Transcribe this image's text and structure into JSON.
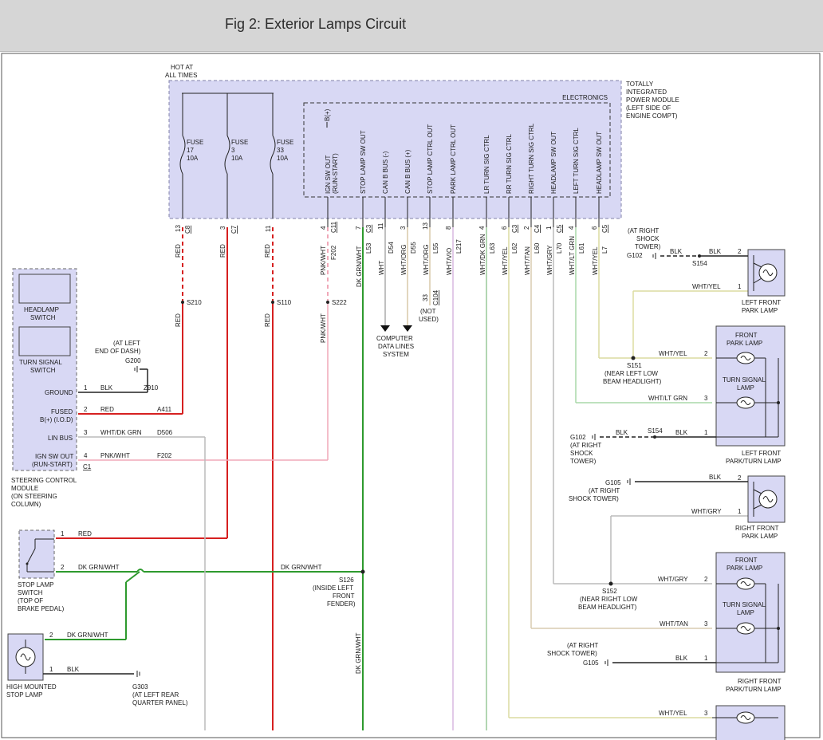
{
  "header": {
    "title": "Fig 2: Exterior Lamps Circuit"
  },
  "colors": {
    "red": "#d62020",
    "green": "#2e9a2e",
    "pink": "#f0a8b8",
    "lt_green": "#a8d8a8",
    "wht_yel": "#dcdca0",
    "wht_grn": "#a8d0a8",
    "box_fill": "#d8d8f4",
    "blk": "#222222"
  },
  "tipm": {
    "hot": "HOT AT",
    "hot2": "ALL TIMES",
    "name": [
      "TOTALLY",
      "INTEGRATED",
      "POWER MODULE",
      "(LEFT SIDE OF",
      "ENGINE COMPT)"
    ],
    "electronics": "ELECTRONICS",
    "fuses": [
      {
        "label": "FUSE",
        "num": "17",
        "amp": "10A",
        "pin": "13",
        "conn": "C8"
      },
      {
        "label": "FUSE",
        "num": "3",
        "amp": "10A",
        "pin": "3",
        "conn": "C7"
      },
      {
        "label": "FUSE",
        "num": "33",
        "amp": "10A",
        "pin": "11",
        "conn": ""
      }
    ],
    "bplus": "B(+)",
    "outputs": [
      {
        "name": "IGN SW OUT",
        "name2": "(RUN-START)",
        "pin": "4",
        "conn": "C11",
        "circuit": "F202",
        "wire": "PNK/WHT"
      },
      {
        "name": "STOP LAMP SW OUT",
        "pin": "7",
        "conn": "C3",
        "circuit": "L53",
        "wire": "DK GRN/WHT"
      },
      {
        "name": "CAN B BUS (-)",
        "pin": "11",
        "conn": "",
        "circuit": "D54",
        "wire": "WHT"
      },
      {
        "name": "CAN B BUS (+)",
        "pin": "3",
        "conn": "",
        "circuit": "D55",
        "wire": "WHT/ORG"
      },
      {
        "name": "STOP LAMP CTRL OUT",
        "pin": "13",
        "conn": "",
        "circuit": "L55",
        "wire": "WHT/ORG"
      },
      {
        "name": "PARK LAMP CTRL OUT",
        "pin": "8",
        "conn": "",
        "circuit": "L217",
        "wire": "WHT/VIO"
      },
      {
        "name": "LR TURN SIG CTRL",
        "pin": "4",
        "conn": "",
        "circuit": "L63",
        "wire": "WHT/DK GRN"
      },
      {
        "name": "RR TURN SIG CTRL",
        "pin": "6",
        "conn": "C3",
        "circuit": "L62",
        "wire": "WHT/YEL"
      },
      {
        "name": "RIGHT TURN SIG CTRL",
        "pin": "2",
        "conn": "C4",
        "circuit": "L60",
        "wire": "WHT/TAN"
      },
      {
        "name": "HEADLAMP SW OUT",
        "pin": "1",
        "conn": "C5",
        "circuit": "L70",
        "wire": "WHT/GRY"
      },
      {
        "name": "LEFT TURN SIG CTRL",
        "pin": "4",
        "conn": "",
        "circuit": "L61",
        "wire": "WHT/LT GRN"
      },
      {
        "name": "HEADLAMP SW OUT",
        "pin": "6",
        "conn": "C5",
        "circuit": "L7",
        "wire": "WHT/YEL"
      }
    ]
  },
  "labels": {
    "red": "RED",
    "pnk_wht": "PNK/WHT",
    "s210": "S210",
    "s110": "S110",
    "s222": "S222",
    "pin33": "33",
    "c104": "C104",
    "not_used": [
      "(NOT",
      "USED)"
    ],
    "cdl": [
      "COMPUTER",
      "DATA LINES",
      "SYSTEM"
    ],
    "dk_grn_wht": "DK GRN/WHT",
    "blk": "BLK",
    "wht_yel": "WHT/YEL",
    "wht_lt_grn": "WHT/LT GRN",
    "wht_gry": "WHT/GRY",
    "wht_tan": "WHT/TAN"
  },
  "scm": {
    "headlamp": [
      "HEADLAMP",
      "SWITCH"
    ],
    "turn": [
      "TURN SIGNAL",
      "SWITCH"
    ],
    "ground": "GROUND",
    "fused": "FUSED",
    "fused2": "B(+) (I.O.D)",
    "lin": "LIN BUS",
    "ign": "IGN SW OUT",
    "ign2": "(RUN-START)",
    "c1": "C1",
    "name": [
      "STEERING CONTROL",
      "MODULE",
      "(ON STEERING",
      "COLUMN)"
    ],
    "g200": [
      "(AT LEFT",
      "END OF DASH)",
      "G200"
    ],
    "rows": [
      {
        "pin": "1",
        "wire": "BLK",
        "circuit": "Z910"
      },
      {
        "pin": "2",
        "wire": "RED",
        "circuit": "A411"
      },
      {
        "pin": "3",
        "wire": "WHT/DK GRN",
        "circuit": "D506"
      },
      {
        "pin": "4",
        "wire": "PNK/WHT",
        "circuit": "F202"
      }
    ]
  },
  "stop_switch": {
    "name": [
      "STOP LAMP",
      "SWITCH",
      "(TOP OF",
      "BRAKE PEDAL)"
    ],
    "pin1": "1",
    "pin2": "2"
  },
  "s126": [
    "S126",
    "(INSIDE LEFT",
    "FRONT",
    "FENDER)"
  ],
  "chmsl": {
    "name": [
      "HIGH MOUNTED",
      "STOP LAMP"
    ],
    "pin1": "1",
    "pin2": "2",
    "g303": [
      "G303",
      "(AT LEFT REAR",
      "QUARTER PANEL)"
    ]
  },
  "right_side": {
    "g102_top": [
      "(AT RIGHT",
      "SHOCK",
      "TOWER)",
      "G102"
    ],
    "s154": "S154",
    "lfpl": [
      "LEFT FRONT",
      "PARK LAMP"
    ],
    "s151": [
      "S151",
      "(NEAR LEFT LOW",
      "BEAM HEADLIGHT)"
    ],
    "front_park": [
      "FRONT",
      "PARK LAMP"
    ],
    "turn_lamp": [
      "TURN SIGNAL",
      "LAMP"
    ],
    "lfptl": [
      "LEFT FRONT",
      "PARK/TURN LAMP"
    ],
    "g102_mid": [
      "G102",
      "(AT RIGHT",
      "SHOCK",
      "TOWER)"
    ],
    "g105_top": [
      "G105",
      "(AT RIGHT",
      "SHOCK TOWER)"
    ],
    "rfpl": [
      "RIGHT FRONT",
      "PARK LAMP"
    ],
    "s152": [
      "S152",
      "(NEAR RIGHT LOW",
      "BEAM HEADLIGHT)"
    ],
    "rfptl": [
      "RIGHT FRONT",
      "PARK/TURN LAMP"
    ],
    "g105_bot": [
      "(AT RIGHT",
      "SHOCK TOWER)",
      "G105"
    ],
    "pins": [
      "2",
      "1",
      "2",
      "3",
      "1",
      "2",
      "1",
      "2",
      "3",
      "1",
      "3"
    ]
  }
}
